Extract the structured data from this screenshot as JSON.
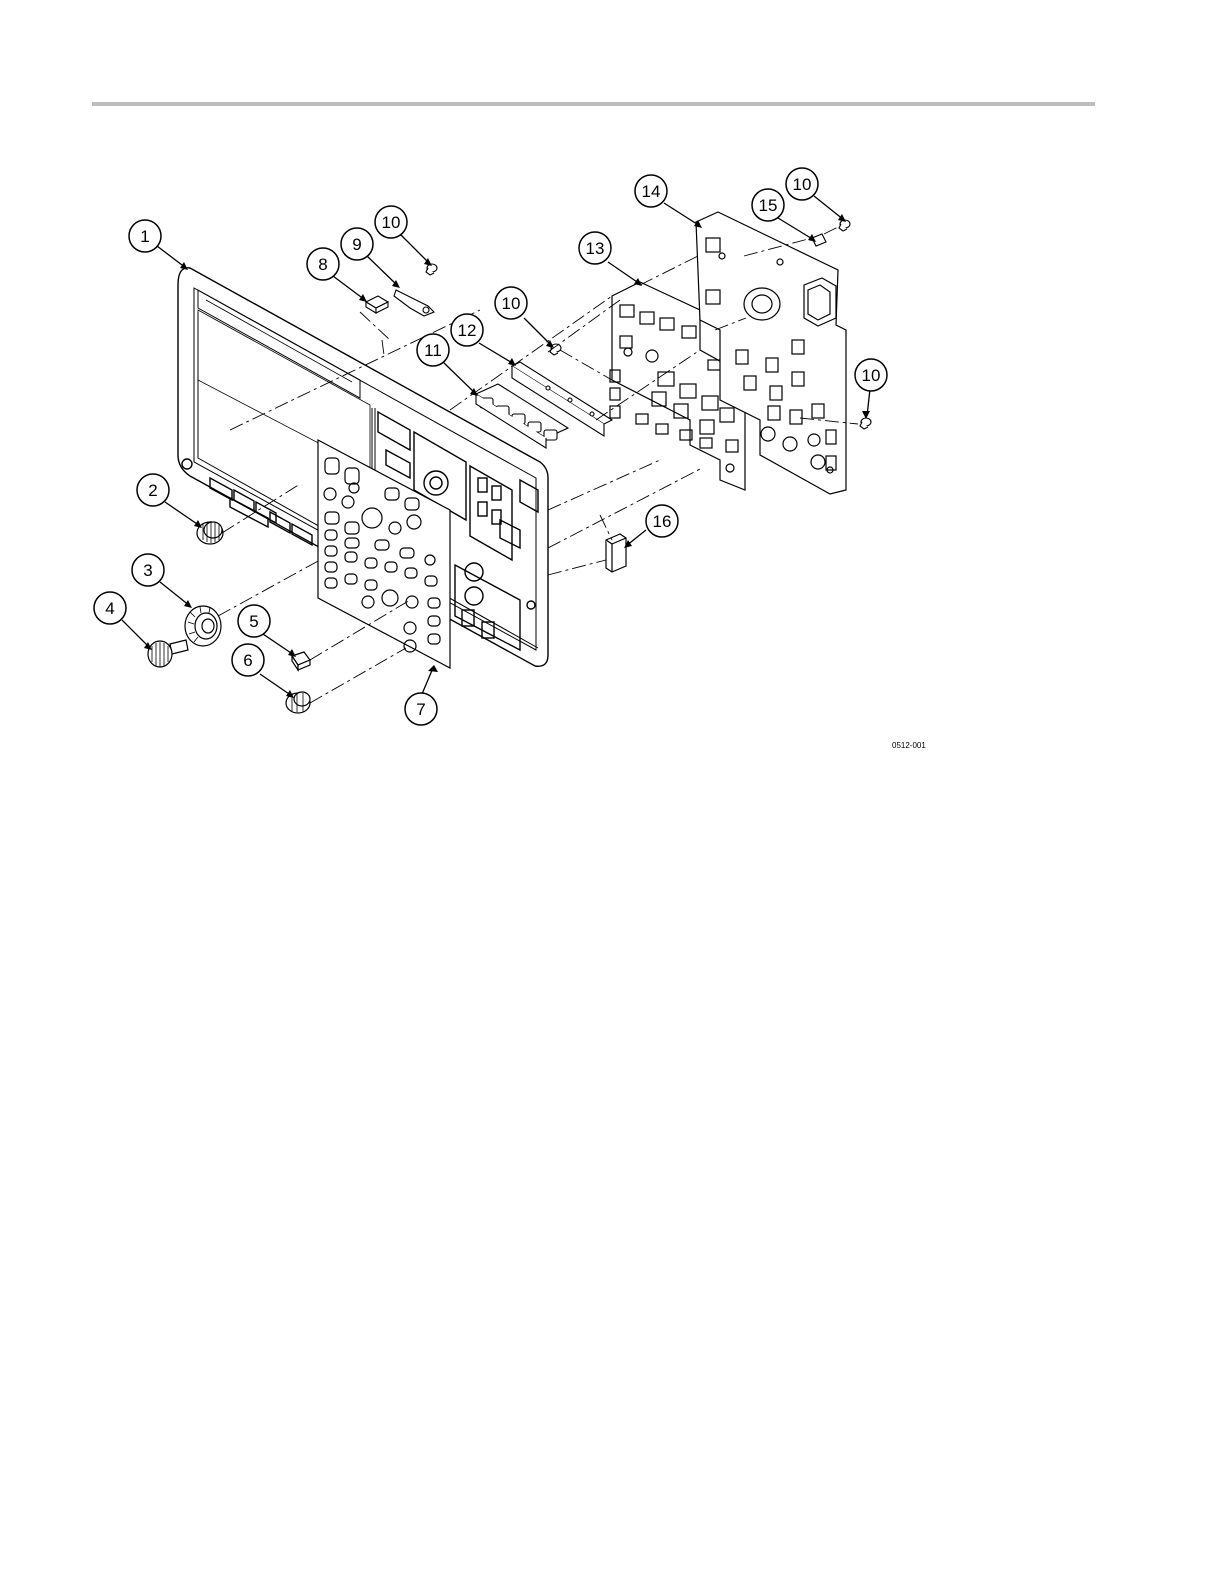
{
  "figure_id": "0512-001",
  "callouts": [
    {
      "label": "1"
    },
    {
      "label": "2"
    },
    {
      "label": "3"
    },
    {
      "label": "4"
    },
    {
      "label": "5"
    },
    {
      "label": "6"
    },
    {
      "label": "7"
    },
    {
      "label": "8"
    },
    {
      "label": "9"
    },
    {
      "label": "10"
    },
    {
      "label": "10"
    },
    {
      "label": "10"
    },
    {
      "label": "10"
    },
    {
      "label": "11"
    },
    {
      "label": "12"
    },
    {
      "label": "13"
    },
    {
      "label": "14"
    },
    {
      "label": "15"
    },
    {
      "label": "16"
    }
  ]
}
